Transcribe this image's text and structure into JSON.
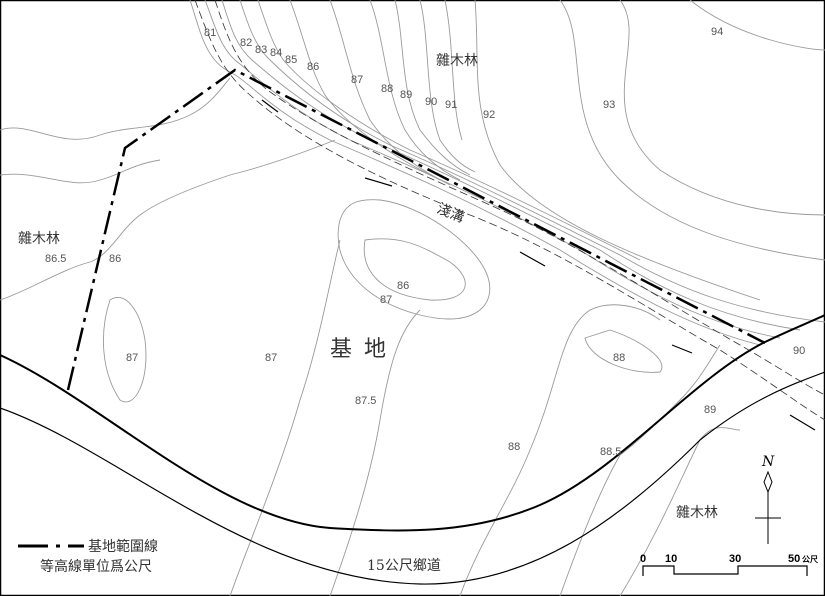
{
  "map": {
    "site_label": "基地",
    "ditch_label": "淺溝",
    "road_label": "15公尺鄉道",
    "forest_labels": [
      "雜木林",
      "雜木林",
      "雜木林"
    ],
    "contour_labels": [
      "81",
      "82",
      "83",
      "84",
      "85",
      "86",
      "87",
      "88",
      "89",
      "90",
      "91",
      "92",
      "93",
      "94",
      "86.5",
      "86",
      "86",
      "87",
      "87",
      "87",
      "87.5",
      "88",
      "88.5",
      "88",
      "89",
      "90"
    ],
    "north_label": "N",
    "legend": {
      "boundary_label": "基地範圍線",
      "unit_note": "等高線單位爲公尺"
    },
    "scale_bar": {
      "ticks": [
        "0",
        "10",
        "30",
        "50"
      ],
      "unit": "公尺"
    }
  }
}
